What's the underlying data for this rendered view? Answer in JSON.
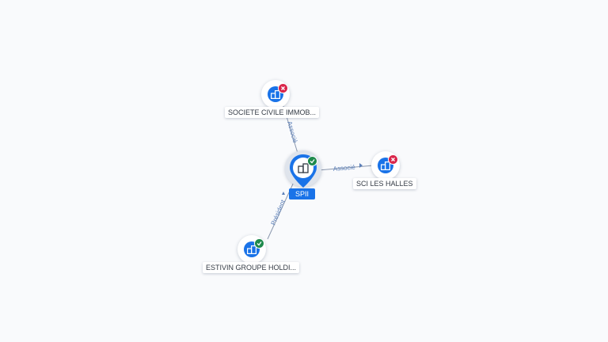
{
  "center_node": {
    "label": "SPII",
    "status": "active",
    "icon": "building-icon",
    "status_icon": "check-icon"
  },
  "nodes": [
    {
      "id": "societe",
      "label": "SOCIETE CIVILE IMMOB...",
      "status": "closed",
      "icon": "building-icon",
      "status_icon": "cross-icon"
    },
    {
      "id": "sci",
      "label": "SCI LES HALLES",
      "status": "closed",
      "icon": "building-icon",
      "status_icon": "cross-icon"
    },
    {
      "id": "estivin",
      "label": "ESTIVIN GROUPE HOLDI...",
      "status": "active",
      "icon": "building-icon",
      "status_icon": "check-icon"
    }
  ],
  "edges": [
    {
      "from": "societe",
      "to": "center",
      "label": "Associé"
    },
    {
      "from": "center",
      "to": "sci",
      "label": "Associé"
    },
    {
      "from": "estivin",
      "to": "center",
      "label": "Président"
    }
  ],
  "colors": {
    "node_fill": "#1a73e8",
    "active_badge": "#1e8a4c",
    "closed_badge": "#d9254a",
    "edge": "#8a97ad",
    "edge_label": "#5b7fb8",
    "background": "#f9fafc"
  }
}
